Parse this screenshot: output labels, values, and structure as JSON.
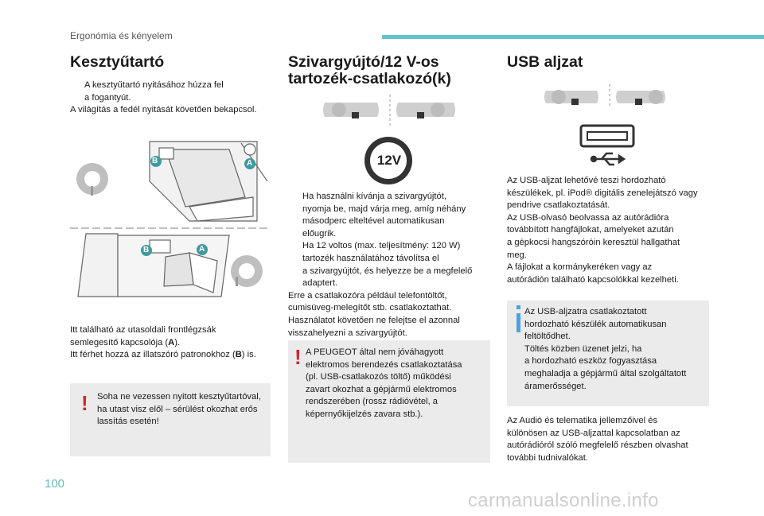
{
  "header": {
    "section": "Ergonómia és kényelem",
    "page_number": "100"
  },
  "col1": {
    "title": "Kesztyűtartó",
    "bullet_symbol": "",
    "bullet1": "A kesztyűtartó nyitásához húzza fel",
    "bullet1b": "a fogantyút.",
    "line_light": "A világítás a fedél nyitását követően bekapcsol.",
    "label_a": "A",
    "label_b": "B",
    "after1": "Itt található az utasoldali frontlégzsák",
    "after2_pre": "semlegesítő kapcsolója (",
    "after2_bold": "A",
    "after2_post": ").",
    "after3_pre": "Itt férhet hozzá az illatszóró patronokhoz (",
    "after3_bold": "B",
    "after3_post": ") is.",
    "warn_mark": "!",
    "warn": [
      "Soha ne vezessen nyitott kesztyűtartóval,",
      "ha utast visz elől – sérülést okozhat erős",
      "lassítás esetén!"
    ]
  },
  "col2": {
    "title1": "Szivargyújtó/12 V-os",
    "title2": "tartozék-csatlakozó(k)",
    "socket_label": "12V",
    "b1": [
      "Ha használni kívánja a szivargyújtót,",
      "nyomja be, majd várja meg, amíg néhány",
      "másodperc elteltével automatikusan",
      "előugrik."
    ],
    "b2": [
      "Ha 12 voltos (max. teljesítmény: 120 W)",
      "tartozék használatához távolítsa el",
      "a szivargyújtót, és helyezze be a megfelelő",
      "adaptert."
    ],
    "para": [
      "Erre a csatlakozóra például telefontöltőt,",
      "cumisüveg-melegítőt stb. csatlakoztathat.",
      "Használatot követően ne felejtse el azonnal",
      "visszahelyezni a szivargyújtót."
    ],
    "warn_mark": "!",
    "warn": [
      "A PEUGEOT által nem jóváhagyott",
      "elektromos berendezés csatlakoztatása",
      "(pl. USB-csatlakozós töltő) működési",
      "zavart okozhat a gépjármű elektromos",
      "rendszerében (rossz rádióvétel, a",
      "képernyőkijelzés zavara stb.)."
    ]
  },
  "col3": {
    "title": "USB aljzat",
    "p1": [
      "Az USB-aljzat lehetővé teszi hordozható",
      "készülékek, pl. iPod",
      "® digitális zenelejátszó vagy",
      "pendrive csatlakoztatását."
    ],
    "p2": [
      "Az USB-olvasó beolvassa az autórádióra",
      "továbbított hangfájlokat, amelyeket azután",
      "a gépkocsi hangszóróin keresztül hallgathat",
      "meg."
    ],
    "p3": [
      "A fájlokat a kormánykeréken vagy az",
      "autórádión található kapcsolókkal kezelheti."
    ],
    "info": [
      "Az USB-aljzatra csatlakoztatott",
      "hordozható készülék automatikusan",
      "feltöltődhet.",
      "Töltés közben üzenet jelzi, ha",
      "a hordozható eszköz fogyasztása",
      "meghaladja a gépjármű által szolgáltatott",
      "áramerősséget."
    ],
    "p4": [
      "Az Audió és telematika jellemzőivel és",
      "különösen az USB-aljzattal kapcsolatban az",
      "autórádióról szóló megfelelő részben olvashat",
      "további tudnivalókat."
    ]
  },
  "watermark": "carmanualsonline.info",
  "colors": {
    "accent": "#5ec5cc",
    "warning": "#d6232d",
    "info": "#4aa3df",
    "box": "#ebebeb",
    "badge": "#3f9aa0"
  }
}
